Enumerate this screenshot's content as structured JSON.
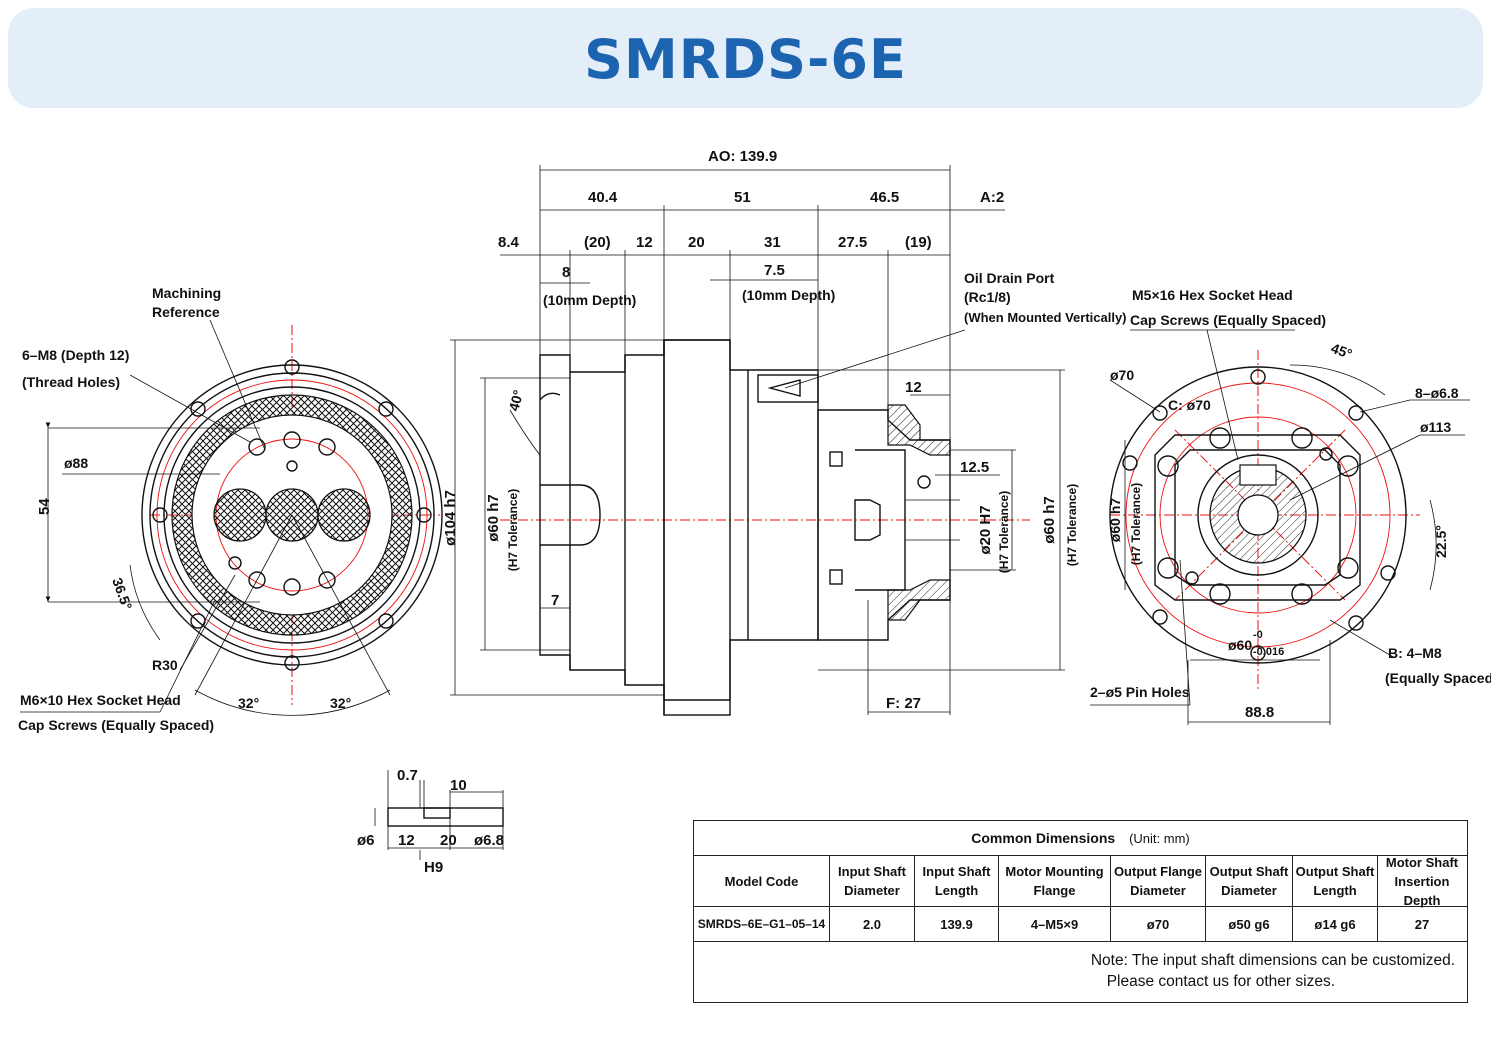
{
  "title": "SMRDS-6E",
  "drawing": {
    "top_dims": {
      "ao": "AO: 139.9",
      "d40_4": "40.4",
      "d51": "51",
      "d46_5": "46.5",
      "a2": "A:2",
      "d8_4": "8.4",
      "d20p": "(20)",
      "d12": "12",
      "d20": "20",
      "d31": "31",
      "d27_5": "27.5",
      "d19p": "(19)",
      "d8": "8",
      "depth10a": "(10mm Depth)",
      "d7_5": "7.5",
      "depth10b": "(10mm Depth)"
    },
    "left_view": {
      "machining_ref_1": "Machining",
      "machining_ref_2": "Reference",
      "thread_1": "6–M8 (Depth 12)",
      "thread_2": "(Thread Holes)",
      "d88": "ø88",
      "d54": "54",
      "a36_5": "36.5°",
      "r30": "R30",
      "screws_1": "M6×10 Hex Socket Head",
      "screws_2": "Cap Screws (Equally Spaced)",
      "a32a": "32°",
      "a32b": "32°"
    },
    "mid_view": {
      "d104": "ø104 h7",
      "d60": "ø60 h7",
      "h7tol_a": "(H7 Tolerance)",
      "a40": "40°",
      "d7": "7",
      "oil_1": "Oil Drain Port",
      "oil_2": "(Rc1/8)",
      "oil_3": "(When Mounted Vertically)",
      "d12b": "12",
      "d12_5": "12.5",
      "d20h7": "ø20 H7",
      "h7tol_b": "(H7 Tolerance)",
      "d60r": "ø60 h7",
      "h7tol_c": "(H7 Tolerance)",
      "f27": "F: 27"
    },
    "right_view": {
      "screw_1": "M5×16 Hex Socket Head",
      "screw_2": "Cap Screws (Equally Spaced)",
      "a45": "45°",
      "d70": "ø70",
      "c70": "C: ø70",
      "holes68": "8–ø6.8",
      "d113": "ø113",
      "d60h7": "ø60 h7",
      "h7tol": "(H7 Tolerance)",
      "a22_5": "22.5°",
      "d60tol": "ø60",
      "tol_up": "-0",
      "tol_dn": "-0.016",
      "b_1": "B: 4–M8",
      "b_2": "(Equally Spaced)",
      "pins": "2–ø5 Pin Holes",
      "d88_8": "88.8"
    },
    "key_detail": {
      "d0_7": "0.7",
      "d10": "10",
      "d6": "ø6",
      "d12": "12",
      "d20": "20",
      "d6_8": "ø6.8",
      "h9": "H9"
    }
  },
  "table": {
    "caption": "Common Dimensions",
    "unit": "(Unit: mm)",
    "headers": [
      "Model Code",
      "Input Shaft Diameter",
      "Input Shaft Length",
      "Motor Mounting Flange",
      "Output Flange Diameter",
      "Output Shaft Diameter",
      "Output Shaft Length",
      "Motor Shaft Insertion Depth"
    ],
    "values": [
      "SMRDS–6E–G1–05–14",
      "2.0",
      "139.9",
      "4–M5×9",
      "ø70",
      "ø50 g6",
      "ø14 g6",
      "27"
    ],
    "note_1": "Note: The input shaft dimensions can be customized.",
    "note_2": "Please contact us for other sizes."
  }
}
